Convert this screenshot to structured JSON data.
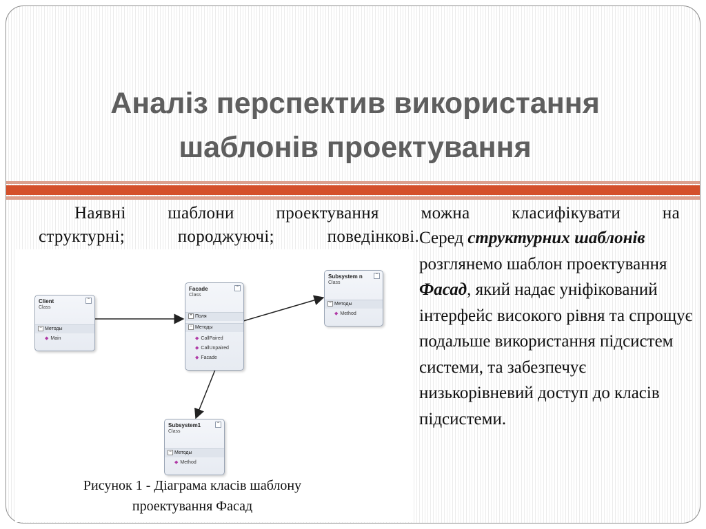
{
  "title": {
    "line1": "Аналіз перспектив використання",
    "line2": "шаблонів проектування"
  },
  "intro": {
    "line1": "Наявні шаблони проектування можна класифікувати на",
    "line2": "структурні; породжуючі; поведінкові."
  },
  "right_text": {
    "part1": "Серед ",
    "em1": "структурних шаблонів",
    "part2": " розглянемо шаблон проектування ",
    "em2": "Фасад",
    "part3": ", який надає уніфікований інтерфейс високого рівня та спрощує подальше використання підсистем системи, та забезпечує низькорівневий доступ до класів підсистеми."
  },
  "caption": {
    "line1": "Рисунок 1 - Діаграма класів шаблону",
    "line2": "проектування Фасад"
  },
  "diagram": {
    "section_labels": {
      "fields": "Поля",
      "methods": "Методы"
    },
    "classes": [
      {
        "name": "Client",
        "type": "Class",
        "methods": [
          "Main"
        ]
      },
      {
        "name": "Facade",
        "type": "Class",
        "methods": [
          "CallPaired",
          "CallUnpaired",
          "Facade"
        ]
      },
      {
        "name": "Subsystem n",
        "type": "Class",
        "methods": [
          "Method"
        ]
      },
      {
        "name": "Subsystem1",
        "type": "Class",
        "methods": [
          "Method"
        ]
      }
    ]
  },
  "colors": {
    "title": "#5e5e5e",
    "accent_band": "#d4502b",
    "accent_band_light": "#dca08e",
    "method_icon": "#b03aa6"
  },
  "icons": [
    "collapse-icon",
    "expand-icon",
    "method-icon"
  ]
}
